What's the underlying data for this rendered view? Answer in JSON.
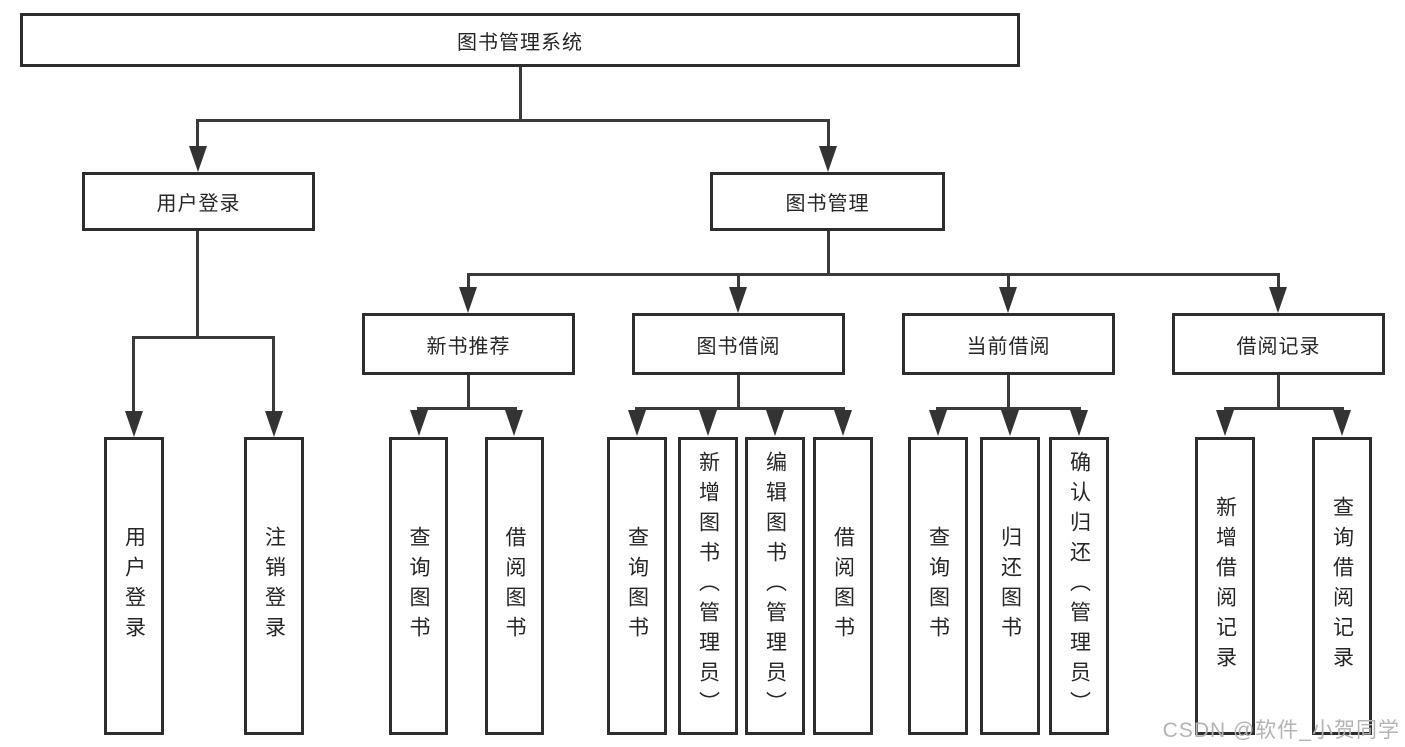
{
  "diagram": {
    "root": "图书管理系统",
    "branches": [
      {
        "label": "用户登录",
        "leaves": [
          "用户登录",
          "注销登录"
        ]
      },
      {
        "label": "图书管理",
        "children": [
          {
            "label": "新书推荐",
            "leaves": [
              "查询图书",
              "借阅图书"
            ]
          },
          {
            "label": "图书借阅",
            "leaves": [
              "查询图书",
              "新增图书（管理员）",
              "编辑图书（管理员）",
              "借阅图书"
            ]
          },
          {
            "label": "当前借阅",
            "leaves": [
              "查询图书",
              "归还图书",
              "确认归还（管理员）"
            ]
          },
          {
            "label": "借阅记录",
            "leaves": [
              "新增借阅记录",
              "查询借阅记录"
            ]
          }
        ]
      }
    ]
  },
  "watermark": "CSDN @软件_小贺同学",
  "colors": {
    "background": "#ffffff",
    "box_border": "#2d2d2d",
    "line": "#3a3a3a",
    "text": "#262626",
    "watermark": "#b3b3b3"
  }
}
